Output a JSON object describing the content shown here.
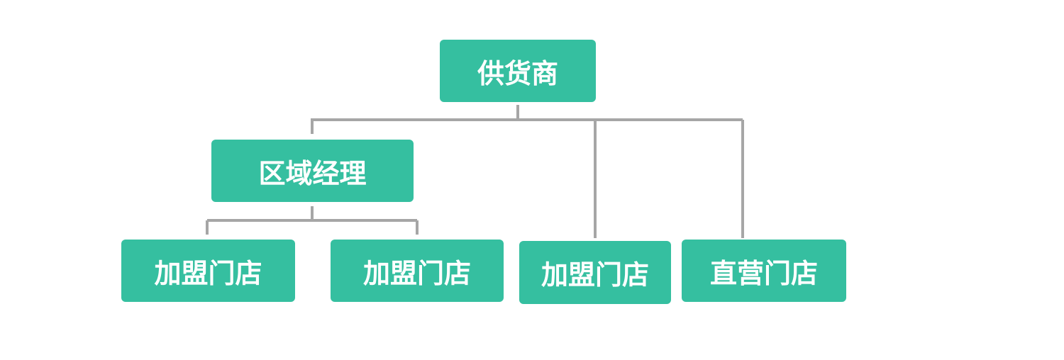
{
  "colors": {
    "node_fill": "#35BFA0",
    "node_text": "#FFFFFF",
    "connector": "#A6A6A6"
  },
  "org_chart": {
    "root": {
      "label": "供货商"
    },
    "regional_manager": {
      "label": "区域经理"
    },
    "franchise_store_1": {
      "label": "加盟门店"
    },
    "franchise_store_2": {
      "label": "加盟门店"
    },
    "franchise_store_3": {
      "label": "加盟门店"
    },
    "direct_store": {
      "label": "直营门店"
    }
  }
}
